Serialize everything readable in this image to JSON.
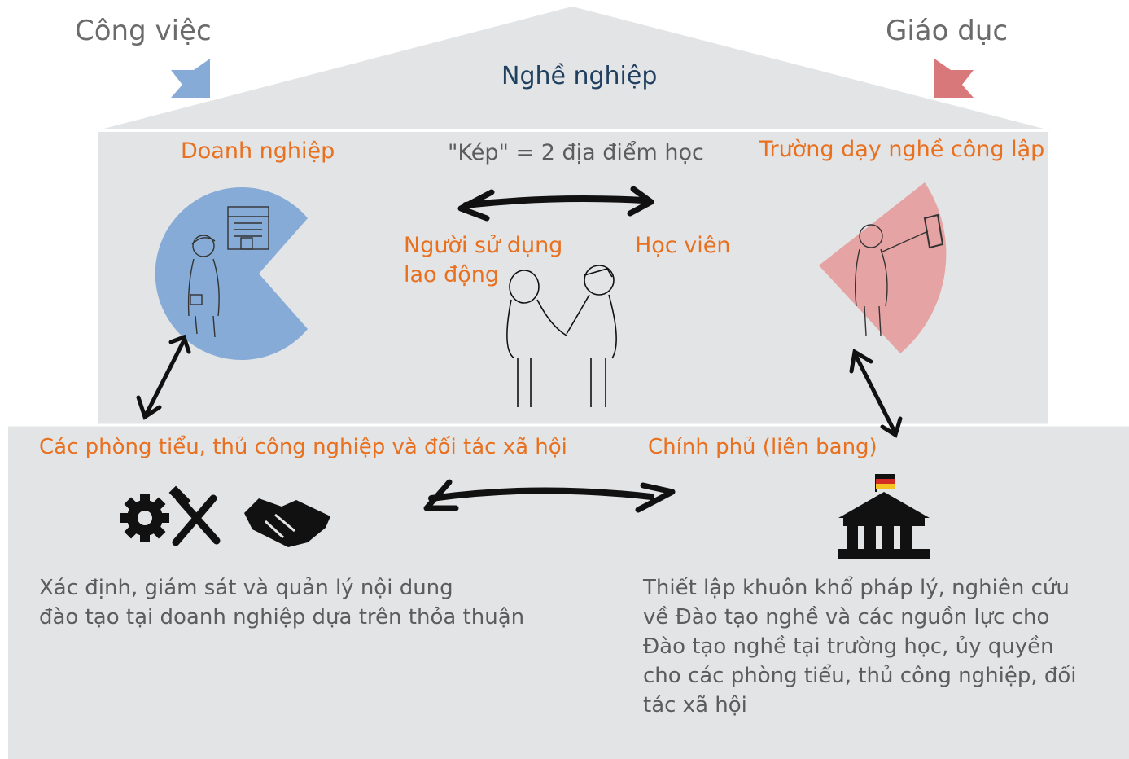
{
  "corner_left": "Công việc",
  "corner_right": "Giáo dục",
  "roof_title": "Nghề nghiệp",
  "upper": {
    "company": "Doanh nghiệp",
    "dual": "\"Kép\" = 2 địa điểm học",
    "school": "Trường dạy nghề công lập",
    "employer_line1": "Người sử dụng",
    "employer_line2": "lao động",
    "trainee": "Học viên"
  },
  "lower": {
    "chambers": "Các phòng tiểu, thủ công nghiệp và đối tác xã hội",
    "government": "Chính phủ (liên bang)",
    "chambers_desc": [
      "Xác định, giám sát và quản lý nội dung",
      "đào tạo tại doanh nghiệp dựa trên thỏa thuận"
    ],
    "government_desc": [
      "Thiết lập khuôn khổ pháp lý, nghiên cứu",
      "về Đào tạo nghề và các nguồn lực cho",
      "Đào tạo nghề tại trường học, ủy quyền",
      "cho các phòng tiểu, thủ công nghiệp, đối",
      "tác xã hội"
    ]
  },
  "colors": {
    "panel": "#e3e4e6",
    "company_blue": "#86abd6",
    "school_pink": "#e6a3a4",
    "orange_text": "#e8701f",
    "title_navy": "#20405f"
  },
  "icons": [
    "gear-icon",
    "tools-icon",
    "handshake-icon",
    "government-building-icon",
    "german-flag-icon",
    "factory-icon"
  ]
}
